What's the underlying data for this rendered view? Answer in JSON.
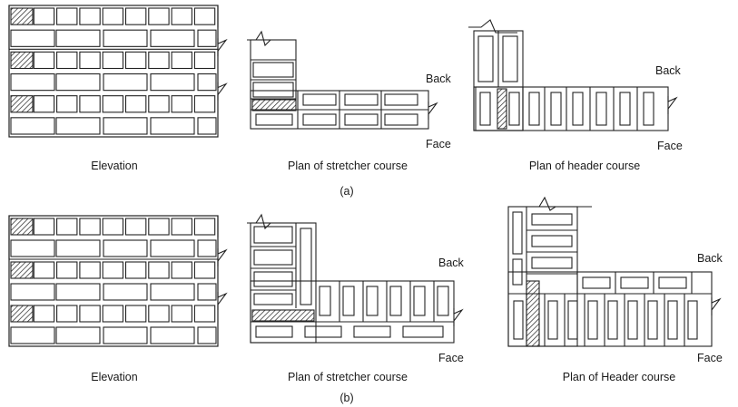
{
  "labels": {
    "elevation": "Elevation",
    "plan_stretcher_course": "Plan of stretcher course",
    "plan_header_course_a": "Plan of header course",
    "plan_header_course_b": "Plan of Header course",
    "back": "Back",
    "face": "Face",
    "panel_a": "(a)",
    "panel_b": "(b)"
  },
  "colors": {
    "stroke": "#222222",
    "background": "#ffffff"
  }
}
